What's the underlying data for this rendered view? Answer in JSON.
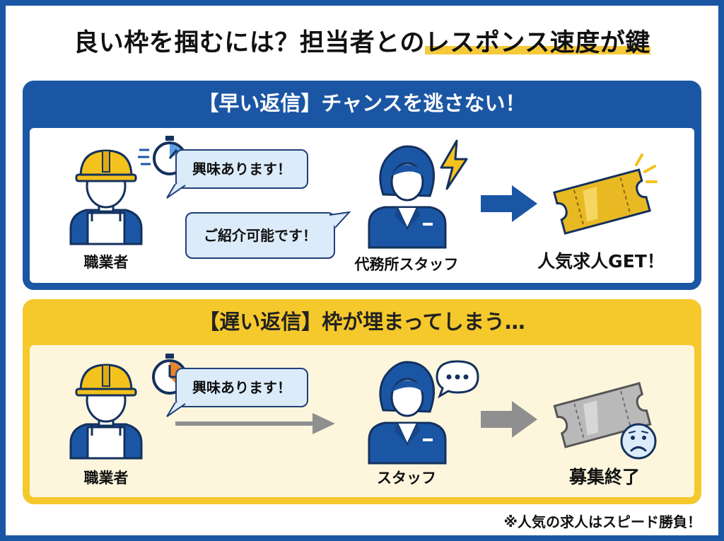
{
  "title": {
    "pre": "良い枠を掴むには？担当者との",
    "highlight": "レスポンス速度が鍵"
  },
  "fast": {
    "header": "【早い返信】チャンスを逃さない！",
    "worker_label": "職業者",
    "bubble1": "興味あります！",
    "bubble2": "ご紹介可能です！",
    "staff_label": "代務所スタッフ",
    "result_label": "人気求人GET！"
  },
  "slow": {
    "header": "【遅い返信】枠が埋まってしまう…",
    "worker_label": "職業者",
    "bubble1": "興味あります！",
    "staff_label": "スタッフ",
    "result_label": "募集終了"
  },
  "footnote": "※人気の求人はスピード勝負！",
  "colors": {
    "blue": "#1b56a4",
    "yellow": "#f5c82c",
    "helmet": "#f3c21c",
    "bubble": "#dcebfa",
    "gold": "#e8b923",
    "gray": "#8f8f8f"
  },
  "icons": [
    "worker-icon",
    "stopwatch-icon",
    "staff-icon",
    "lightning-icon",
    "arrow-icon",
    "ticket-icon",
    "speech-dots-icon",
    "sad-face-icon"
  ]
}
